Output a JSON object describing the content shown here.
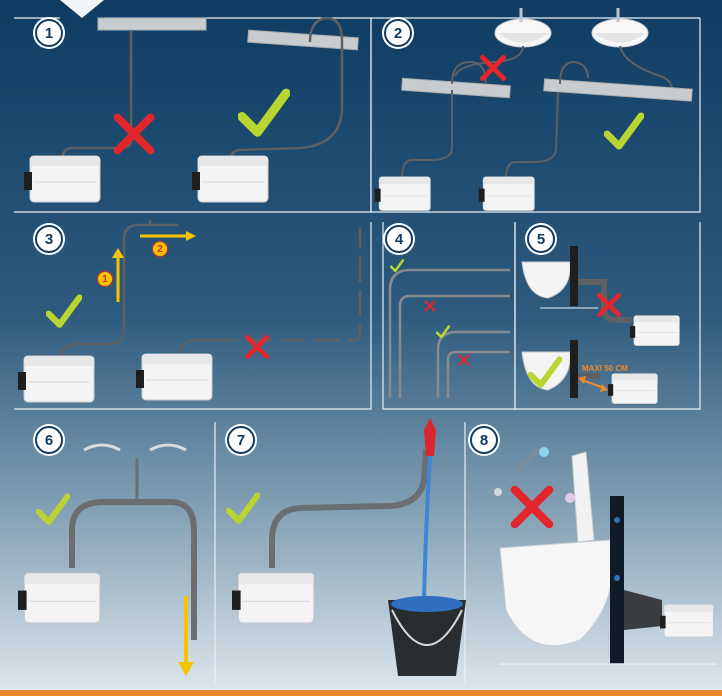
{
  "panels": [
    {
      "number": "1"
    },
    {
      "number": "2"
    },
    {
      "number": "3"
    },
    {
      "number": "4"
    },
    {
      "number": "5"
    },
    {
      "number": "6"
    },
    {
      "number": "7"
    },
    {
      "number": "8"
    }
  ],
  "step_markers": {
    "first": "1",
    "second": "2"
  },
  "distance_label": "MAXI 50 CM",
  "colors": {
    "background_top": "#0f3c63",
    "background_bottom": "#dfe7ee",
    "check": "#b9d531",
    "cross": "#e3262c",
    "arrow": "#f5c400",
    "pipe": "#6b6e71",
    "accent_bar": "#e8872b"
  },
  "icons": [
    "check-icon",
    "cross-icon",
    "arrow-icon",
    "sink-icon",
    "toilet-icon",
    "bucket-icon",
    "pump-unit-icon"
  ]
}
